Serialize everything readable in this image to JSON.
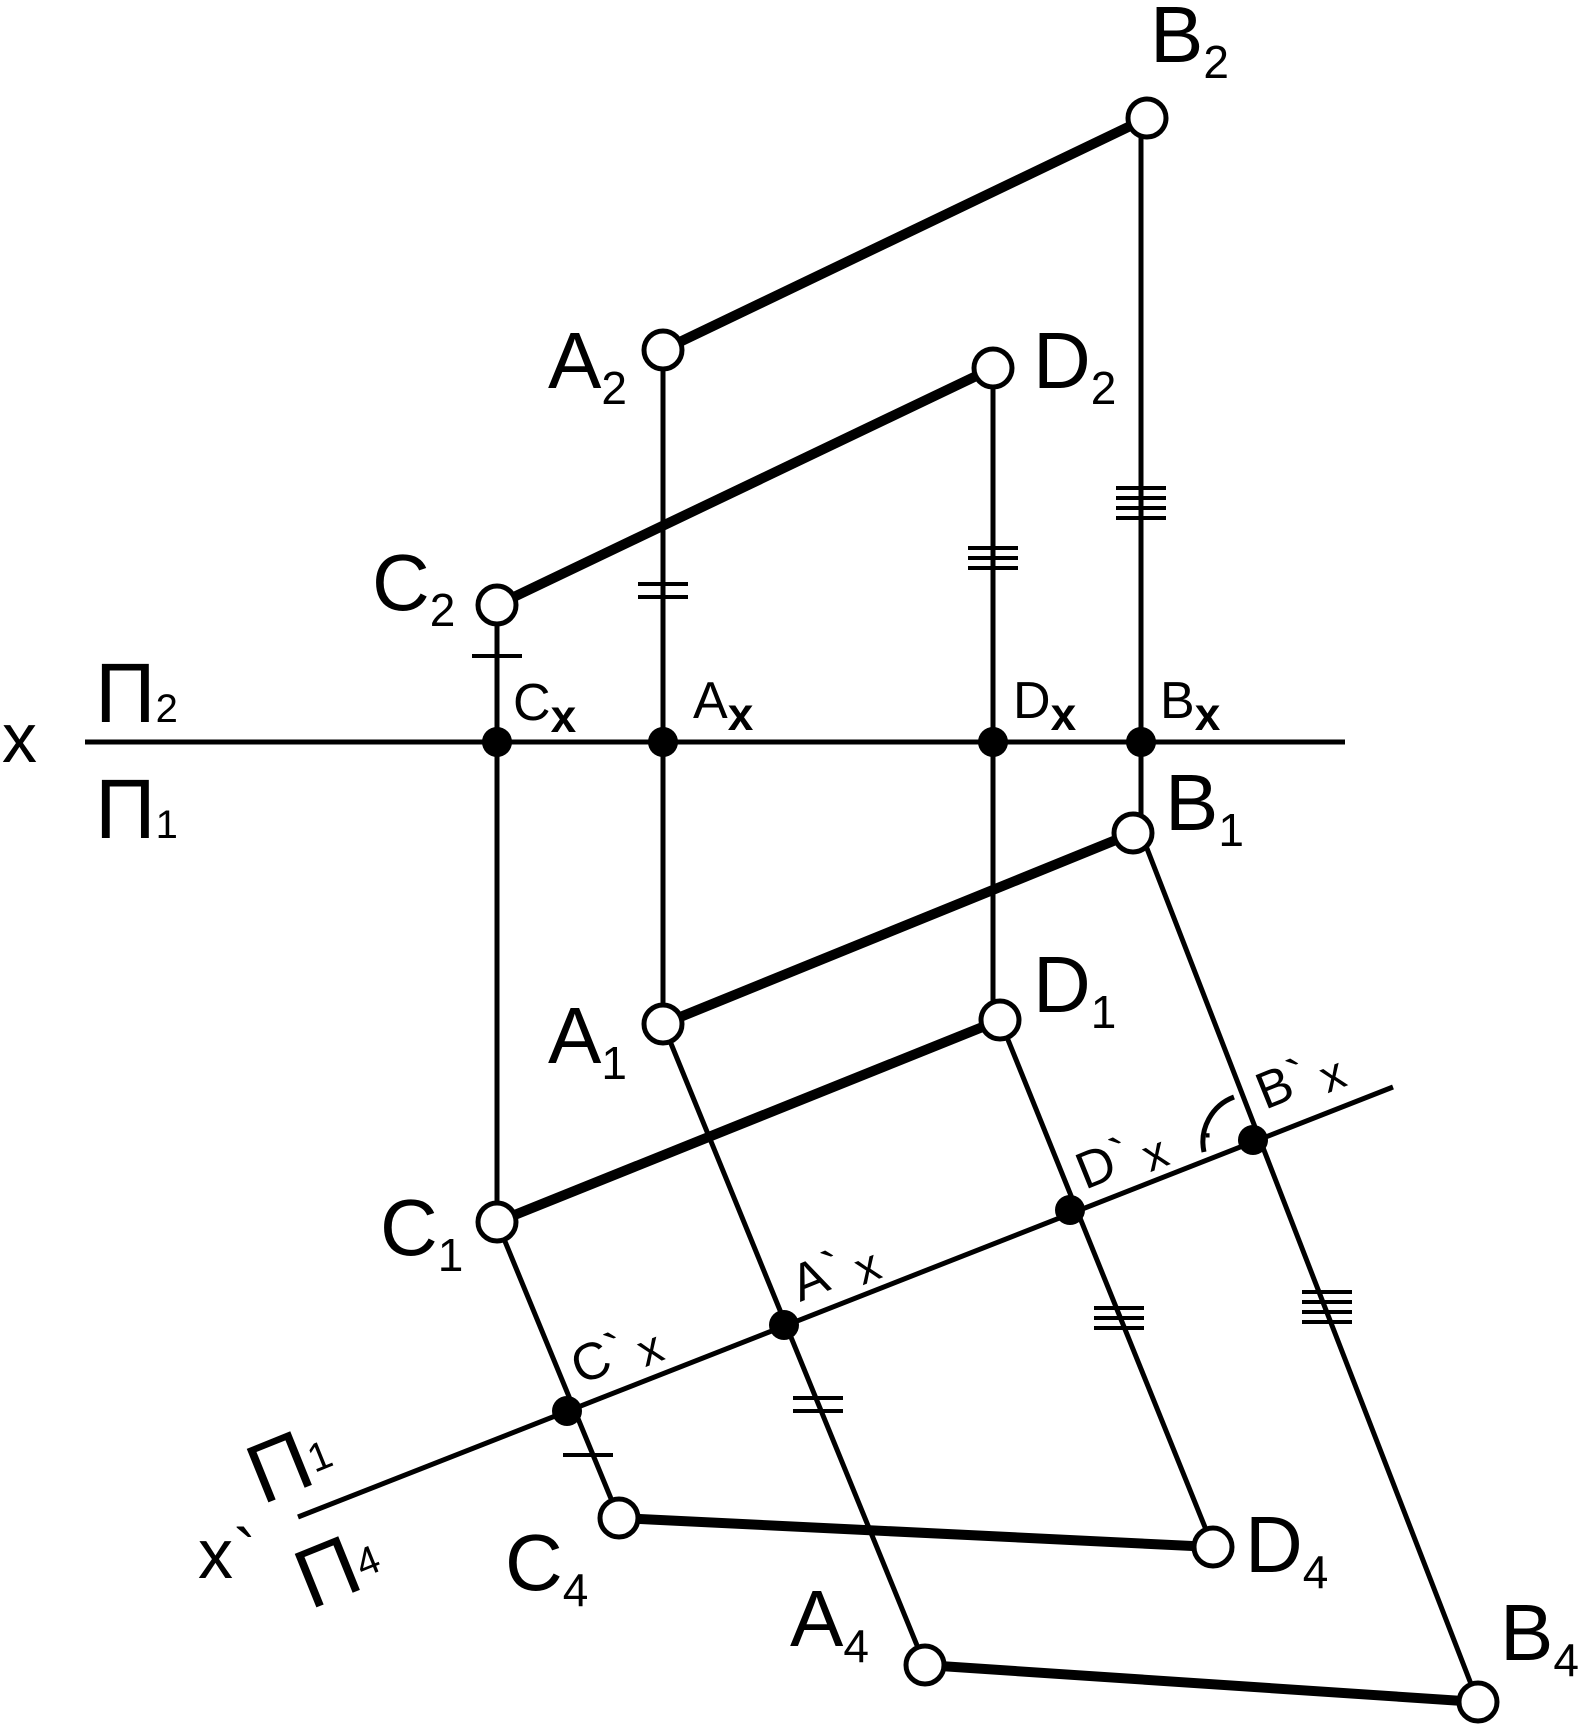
{
  "axis_labels": {
    "x": "x",
    "x_prime": "x`"
  },
  "plane_labels": {
    "p2": {
      "main": "Π",
      "sub": "2"
    },
    "p1": {
      "main": "Π",
      "sub": "1"
    },
    "p1_new": {
      "main": "Π",
      "sub": "1"
    },
    "p4": {
      "main": "Π",
      "sub": "4"
    }
  },
  "points": {
    "B2": {
      "main": "B",
      "sub": "2"
    },
    "A2": {
      "main": "A",
      "sub": "2"
    },
    "D2": {
      "main": "D",
      "sub": "2"
    },
    "C2": {
      "main": "C",
      "sub": "2"
    },
    "B1": {
      "main": "B",
      "sub": "1"
    },
    "A1": {
      "main": "A",
      "sub": "1"
    },
    "D1": {
      "main": "D",
      "sub": "1"
    },
    "C1": {
      "main": "C",
      "sub": "1"
    },
    "C4": {
      "main": "C",
      "sub": "4"
    },
    "D4": {
      "main": "D",
      "sub": "4"
    },
    "A4": {
      "main": "A",
      "sub": "4"
    },
    "B4": {
      "main": "B",
      "sub": "4"
    }
  },
  "axis_points": {
    "Cx": {
      "main": "C",
      "sub": "x"
    },
    "Ax": {
      "main": "A",
      "sub": "x"
    },
    "Dx": {
      "main": "D",
      "sub": "x"
    },
    "Bx": {
      "main": "B",
      "sub": "x"
    },
    "Cpx": {
      "main": "C`",
      "sub": "x"
    },
    "Apx": {
      "main": "A`",
      "sub": "x"
    },
    "Dpx": {
      "main": "D`",
      "sub": "x"
    },
    "Bpx": {
      "main": "B`",
      "sub": "x"
    }
  },
  "right_angle_mark": "·"
}
